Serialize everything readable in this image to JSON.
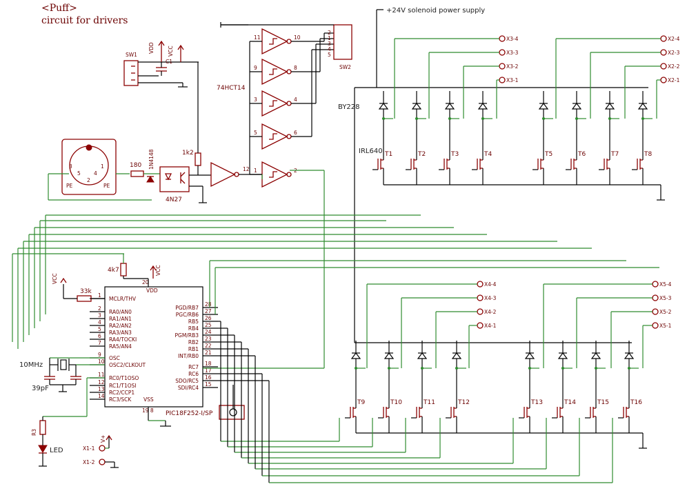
{
  "header": {
    "line1": "<Puff>",
    "line2": "circuit for drivers"
  },
  "supply": {
    "label": "+24V solenoid power supply"
  },
  "labels": {
    "chip_74": "74HCT14",
    "diode_type": "BY228",
    "mosfet_type": "IRL640",
    "optocoupler": "4N27",
    "mcu": "PIC18F252-I/SP",
    "r_1k2": "1k2",
    "r_180": "180",
    "r_4k7": "4k7",
    "r_33k": "33k",
    "r3": "R3",
    "xtal": "10MHz",
    "cap39": "39pF",
    "led": "LED",
    "sw1": "SW1",
    "sw2": "SW2",
    "c1": "C1",
    "vdd": "VDD",
    "vcc": "VCC",
    "vss": "VSS",
    "diode1n": "1N4148",
    "pe": "PE",
    "x1_1": "X1-1",
    "x1_2": "X1-2",
    "v_plus": "V+"
  },
  "mcu_pins_left": [
    {
      "n": "1",
      "name": "MCLR/THV"
    },
    {
      "n": "2",
      "name": "RA0/AN0"
    },
    {
      "n": "3",
      "name": "RA1/AN1"
    },
    {
      "n": "4",
      "name": "RA2/AN2"
    },
    {
      "n": "5",
      "name": "RA3/AN3"
    },
    {
      "n": "6",
      "name": "RA4/TOCKI"
    },
    {
      "n": "7",
      "name": "RA5/AN4"
    },
    {
      "n": "9",
      "name": "OSC"
    },
    {
      "n": "10",
      "name": "OSC2/CLKOUT"
    },
    {
      "n": "11",
      "name": "RC0/T1OSO"
    },
    {
      "n": "12",
      "name": "RC1/T1OSI"
    },
    {
      "n": "13",
      "name": "RC2/CCP1"
    },
    {
      "n": "14",
      "name": "RC3/SCK"
    }
  ],
  "mcu_pins_right": [
    {
      "n": "28",
      "name": "PGD/RB7"
    },
    {
      "n": "27",
      "name": "PGC/RB6"
    },
    {
      "n": "26",
      "name": "RB5"
    },
    {
      "n": "25",
      "name": "RB4"
    },
    {
      "n": "24",
      "name": "PGM/RB3"
    },
    {
      "n": "23",
      "name": "RB2"
    },
    {
      "n": "22",
      "name": "RB1"
    },
    {
      "n": "21",
      "name": "INT/RB0"
    },
    {
      "n": "18",
      "name": "RC7"
    },
    {
      "n": "17",
      "name": "RC6"
    },
    {
      "n": "16",
      "name": "SDO/RC5"
    },
    {
      "n": "15",
      "name": "SDI/RC4"
    }
  ],
  "connectors": {
    "x3": [
      "X3-4",
      "X3-3",
      "X3-2",
      "X3-1"
    ],
    "x2": [
      "X2-4",
      "X2-3",
      "X2-2",
      "X2-1"
    ],
    "x4": [
      "X4-4",
      "X4-3",
      "X4-2",
      "X4-1"
    ],
    "x5": [
      "X5-4",
      "X5-3",
      "X5-2",
      "X5-1"
    ]
  },
  "transistors_top": [
    "T1",
    "T2",
    "T3",
    "T4",
    "T5",
    "T6",
    "T7",
    "T8"
  ],
  "transistors_bottom": [
    "T9",
    "T10",
    "T11",
    "T12",
    "T13",
    "T14",
    "T15",
    "T16"
  ],
  "gate_pins": [
    {
      "in": "11",
      "out": "10"
    },
    {
      "in": "9",
      "out": "8"
    },
    {
      "in": "3",
      "out": "4"
    },
    {
      "in": "5",
      "out": "6"
    },
    {
      "in": "1",
      "out": "2"
    }
  ],
  "first_gate_out": "12",
  "sw2_pins": [
    "2",
    "1",
    "3",
    "4",
    "5"
  ],
  "vdd_pin": "20",
  "vss_pins": "19 8"
}
